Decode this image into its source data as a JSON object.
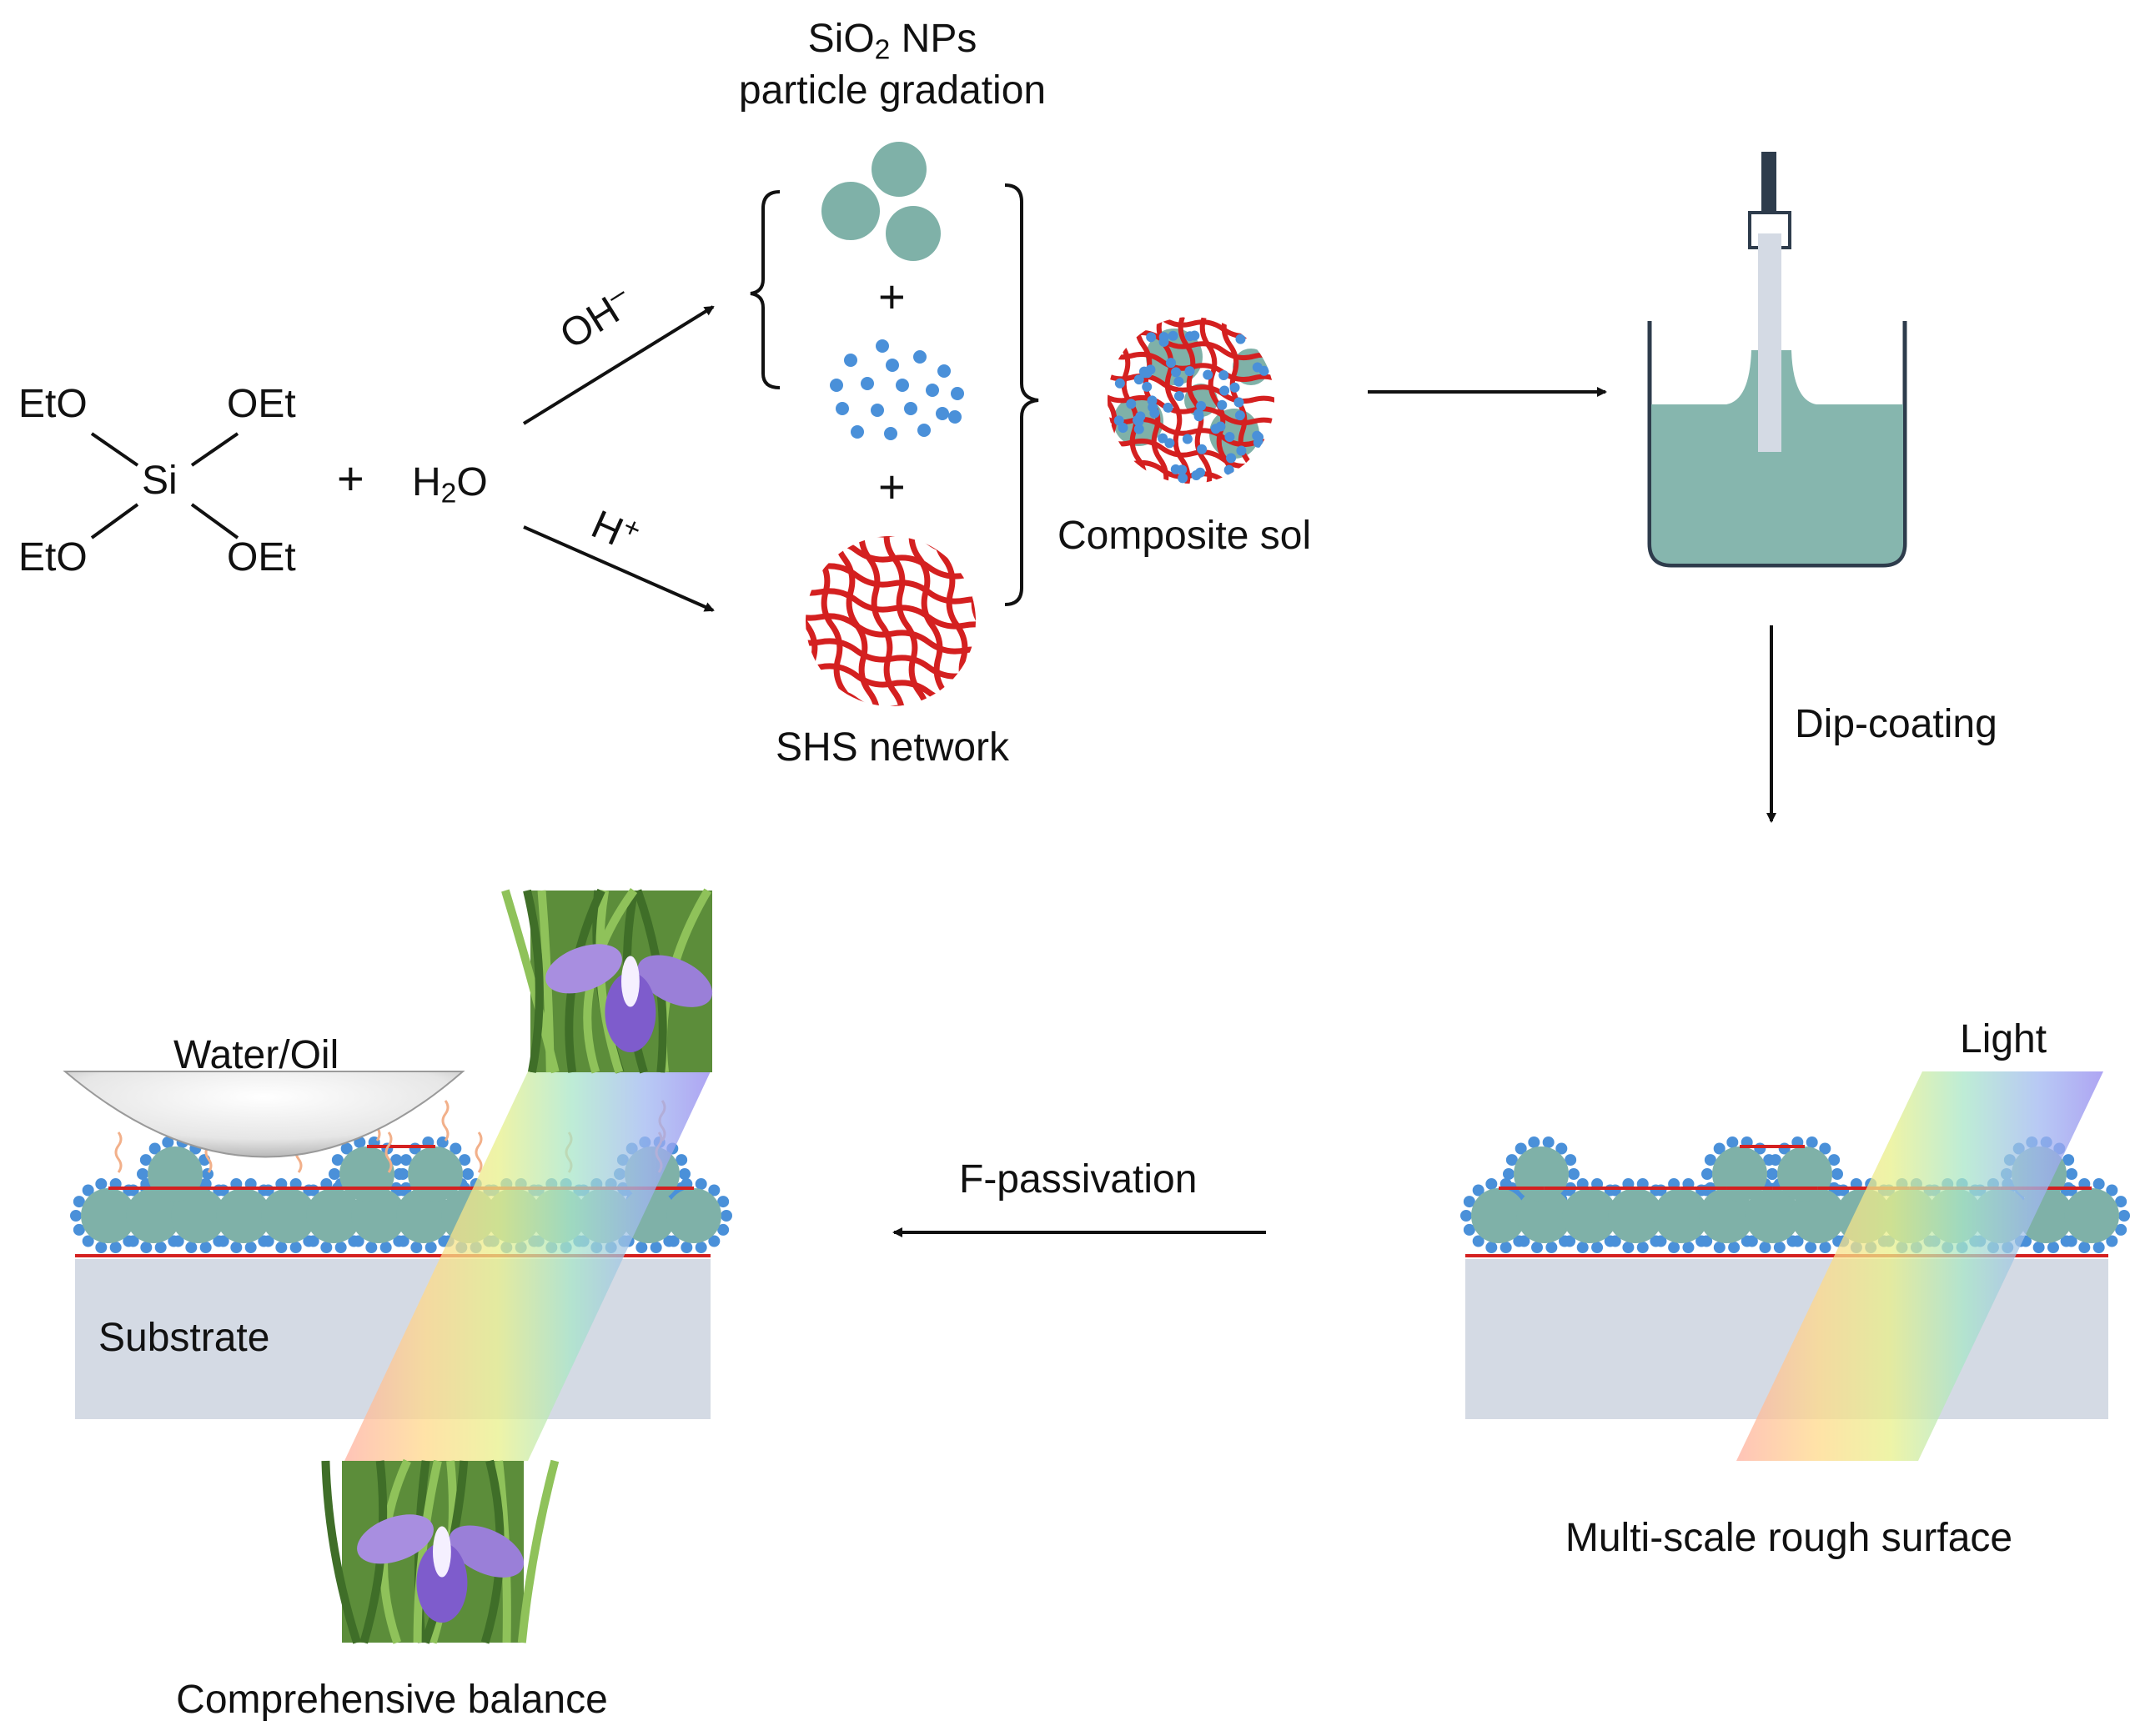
{
  "colors": {
    "particle": "#7fb1a8",
    "dot": "#4a90d9",
    "network": "#d42020",
    "substrate": "#d4dae4",
    "liquid": "#86b6ae",
    "arrow": "#111111"
  },
  "molecule": {
    "eto_top": "EtO",
    "oet_top": "OEt",
    "si": "Si",
    "eto_bottom": "EtO",
    "oet_bottom": "OEt",
    "plus": "+",
    "water_h": "H",
    "water_sub": "2",
    "water_o": "O"
  },
  "catalysts": {
    "base_main": "OH",
    "base_sup": "–",
    "acid_main": "H",
    "acid_sup": "+"
  },
  "components": {
    "nps_line1_a": "SiO",
    "nps_line1_sub": "2",
    "nps_line1_b": " NPs",
    "nps_line2": "particle gradation",
    "plus1": "+",
    "plus2": "+",
    "shs_network": "SHS network",
    "composite_sol": "Composite sol"
  },
  "steps": {
    "dip_coating": "Dip-coating",
    "f_passivation": "F-passivation",
    "light": "Light",
    "multi_scale": "Multi-scale rough surface",
    "water_oil": "Water/Oil",
    "substrate": "Substrate",
    "balance": "Comprehensive balance"
  },
  "icons": [
    "flower-photo-icon",
    "dip-coater-icon",
    "droplet-icon",
    "light-beam-icon"
  ]
}
